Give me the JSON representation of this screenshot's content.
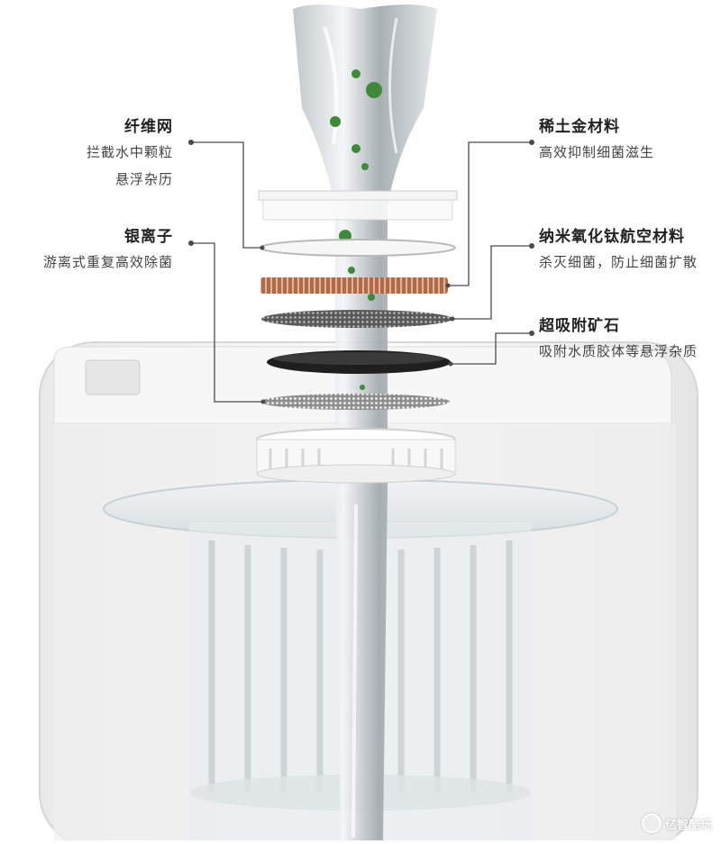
{
  "labels": {
    "fiber": {
      "title": "纤维网",
      "line1": "拦截水中颗粒",
      "line2": "悬浮杂历"
    },
    "silver": {
      "title": "银离子",
      "line1": "游离式重复高效除菌"
    },
    "rare_earth": {
      "title": "稀土金材料",
      "line1": "高效抑制细菌滋生"
    },
    "nano": {
      "title": "纳米氧化钛航空材料",
      "line1": "杀灭细菌，防止细菌扩散"
    },
    "mineral": {
      "title": "超吸附矿石",
      "line1": "吸附水质胶体等悬浮杂质"
    }
  },
  "watermark": {
    "text": "亿智酷玩"
  },
  "colors": {
    "leader_line": "#4a4a4a",
    "water": "#cfd5d8",
    "bacteria": "#3f8a3a",
    "copper_layer": "#b06a45",
    "mineral_layer": "#1f1f1f",
    "mesh_layer": "#6a6a6a",
    "device_body": "#f4f4f4"
  }
}
